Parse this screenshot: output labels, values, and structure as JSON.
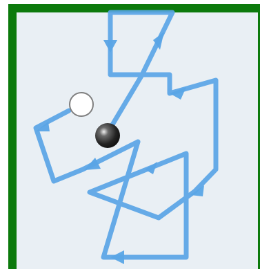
{
  "puzzle": {
    "type": "path-trace",
    "colors": {
      "frame": "#0c7a0c",
      "board": "#e9eff4",
      "path": "#5aa5e6",
      "start_ring": "#7f7f7f",
      "ball": "#2b2b2b"
    },
    "elements": {
      "start": "empty-circle",
      "ball": "dark-sphere"
    }
  }
}
